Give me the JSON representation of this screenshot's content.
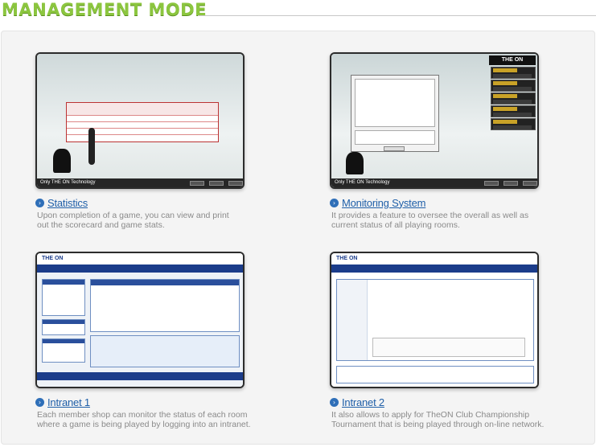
{
  "header": {
    "title": "MANAGEMENT MODE"
  },
  "cards": [
    {
      "title": "Statistics",
      "desc_line1": "Upon completion of a game, you can view and print",
      "desc_line2": "out the scorecard and game stats.",
      "footer": "Only THE ON Technology"
    },
    {
      "title": "Monitoring System",
      "desc_line1": "It provides a feature to oversee the overall as well as",
      "desc_line2": "current status of all playing rooms.",
      "footer": "Only THE ON Technology",
      "brand": "THE ON"
    },
    {
      "title": "Intranet 1",
      "desc_line1": "Each member shop can monitor the status of each room",
      "desc_line2": "where a game is being played by logging into an intranet.",
      "brand": "THE ON"
    },
    {
      "title": "Intranet 2",
      "desc_line1": "It also allows to apply for TheON Club Championship",
      "desc_line2": "Tournament that is being played through on-line network.",
      "brand": "THE ON"
    }
  ],
  "bullet_glyph": "›",
  "colors": {
    "header_green": "#8cc63f",
    "link_blue": "#1f5fa8",
    "desc_gray": "#8a8a8a",
    "intranet_navy": "#1b3c8a"
  }
}
